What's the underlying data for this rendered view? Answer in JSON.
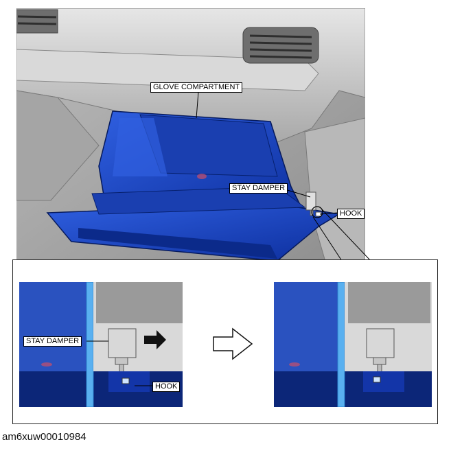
{
  "main": {
    "glove_compartment_label": "GLOVE COMPARTMENT",
    "stay_damper_label": "STAY DAMPER",
    "hook_label": "HOOK"
  },
  "detail": {
    "stay_damper_label": "STAY DAMPER",
    "hook_label": "HOOK"
  },
  "figure_id": "am6xuw00010984",
  "colors": {
    "glove_blue": "#1f48c8",
    "glove_dark": "#0b2a8a",
    "dash_gray": "#cfcfcf",
    "frame_blue": "#4aa0e8"
  }
}
